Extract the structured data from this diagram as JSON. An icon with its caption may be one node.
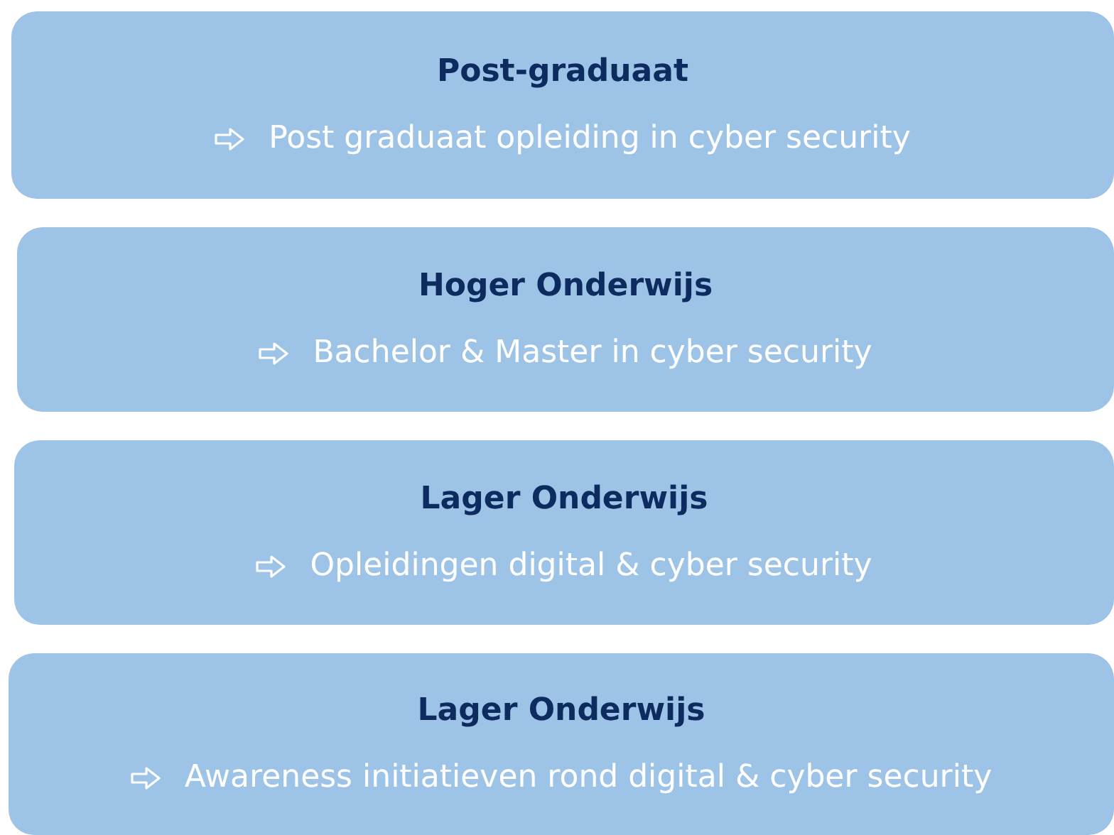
{
  "diagram": {
    "nodes": [
      {
        "text": [
          "Post-graduaat",
          "Post graduaat opleiding in cyber security"
        ]
      },
      {
        "text": [
          "Hoger Onderwijs",
          "Bachelor & Master in cyber security"
        ]
      },
      {
        "text": [
          "Lager Onderwijs",
          "Opleidingen digital & cyber security"
        ]
      },
      {
        "text": [
          "Lager Onderwijs",
          "Awareness initiatieven rond digital & cyber security"
        ]
      }
    ]
  }
}
